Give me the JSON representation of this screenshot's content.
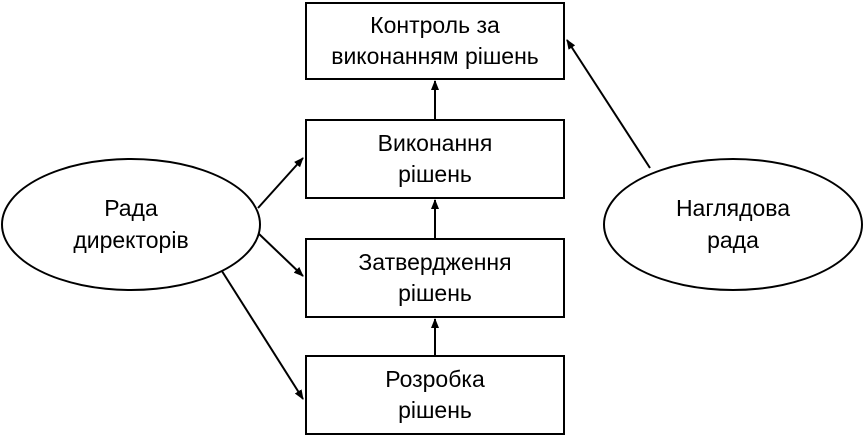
{
  "diagram": {
    "colors": {
      "stroke": "#000000",
      "background": "#ffffff",
      "text": "#000000"
    },
    "nodes": {
      "control": "Контроль за\nвиконанням рішень",
      "execution": "Виконання\nрішень",
      "approval": "Затвердження\nрішень",
      "development": "Розробка\nрішень",
      "board_of_directors": "Рада\nдиректорів",
      "supervisory_board": "Наглядова\nрада"
    },
    "edges": [
      {
        "from": "development",
        "to": "approval"
      },
      {
        "from": "approval",
        "to": "execution"
      },
      {
        "from": "execution",
        "to": "control"
      },
      {
        "from": "board_of_directors",
        "to": "execution"
      },
      {
        "from": "board_of_directors",
        "to": "approval"
      },
      {
        "from": "board_of_directors",
        "to": "development"
      },
      {
        "from": "supervisory_board",
        "to": "control"
      }
    ]
  }
}
